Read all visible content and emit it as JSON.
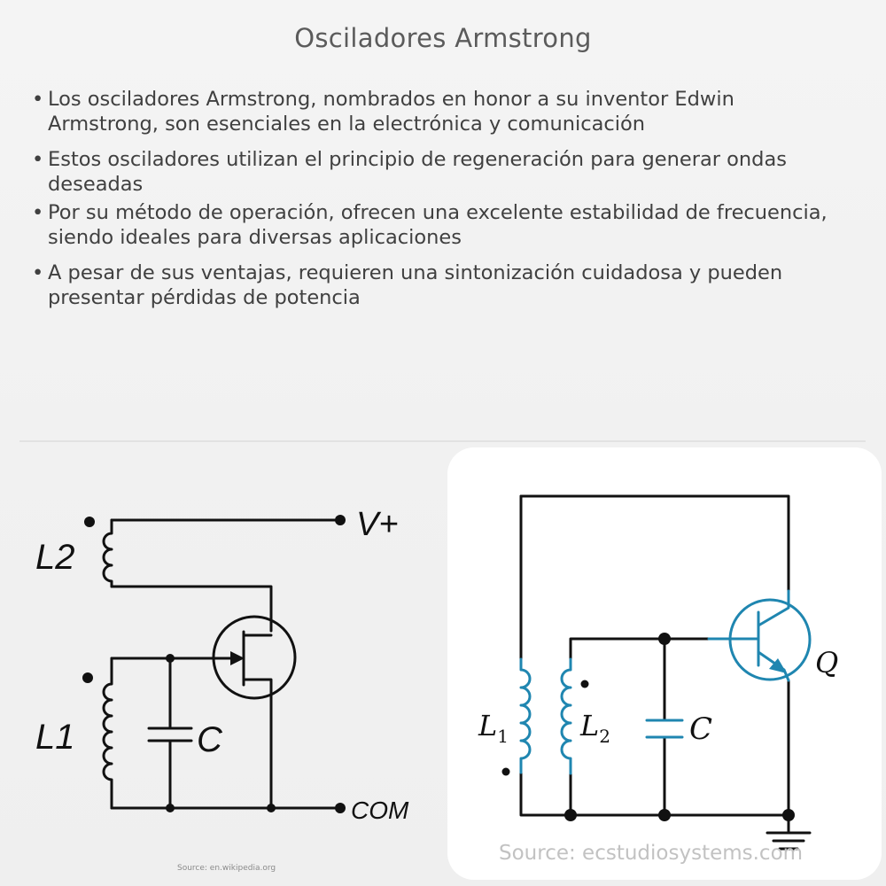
{
  "title": "Osciladores Armstrong",
  "bullets": [
    "Los osciladores Armstrong, nombrados en honor a su inventor Edwin Armstrong, son esenciales en la electrónica y comunicación",
    "Estos osciladores utilizan el principio de regeneración para generar ondas deseadas",
    "Por su método de operación, ofrecen una excelente estabilidad de frecuencia, siendo ideales para diversas aplicaciones",
    "A pesar de sus ventajas, requieren una sintonización cuidadosa y pueden presentar pérdidas de potencia"
  ],
  "left_diagram": {
    "label_l2": "L2",
    "label_l1": "L1",
    "label_c": "C",
    "label_vplus": "V+",
    "label_com": "COM",
    "source": "Source: en.wikipedia.org"
  },
  "right_diagram": {
    "label_l1": "L",
    "label_l1_sub": "1",
    "label_l2": "L",
    "label_l2_sub": "2",
    "label_c": "C",
    "label_q": "Q",
    "source": "Source: ecstudiosystems.com",
    "accent_color": "#1f86b0"
  }
}
